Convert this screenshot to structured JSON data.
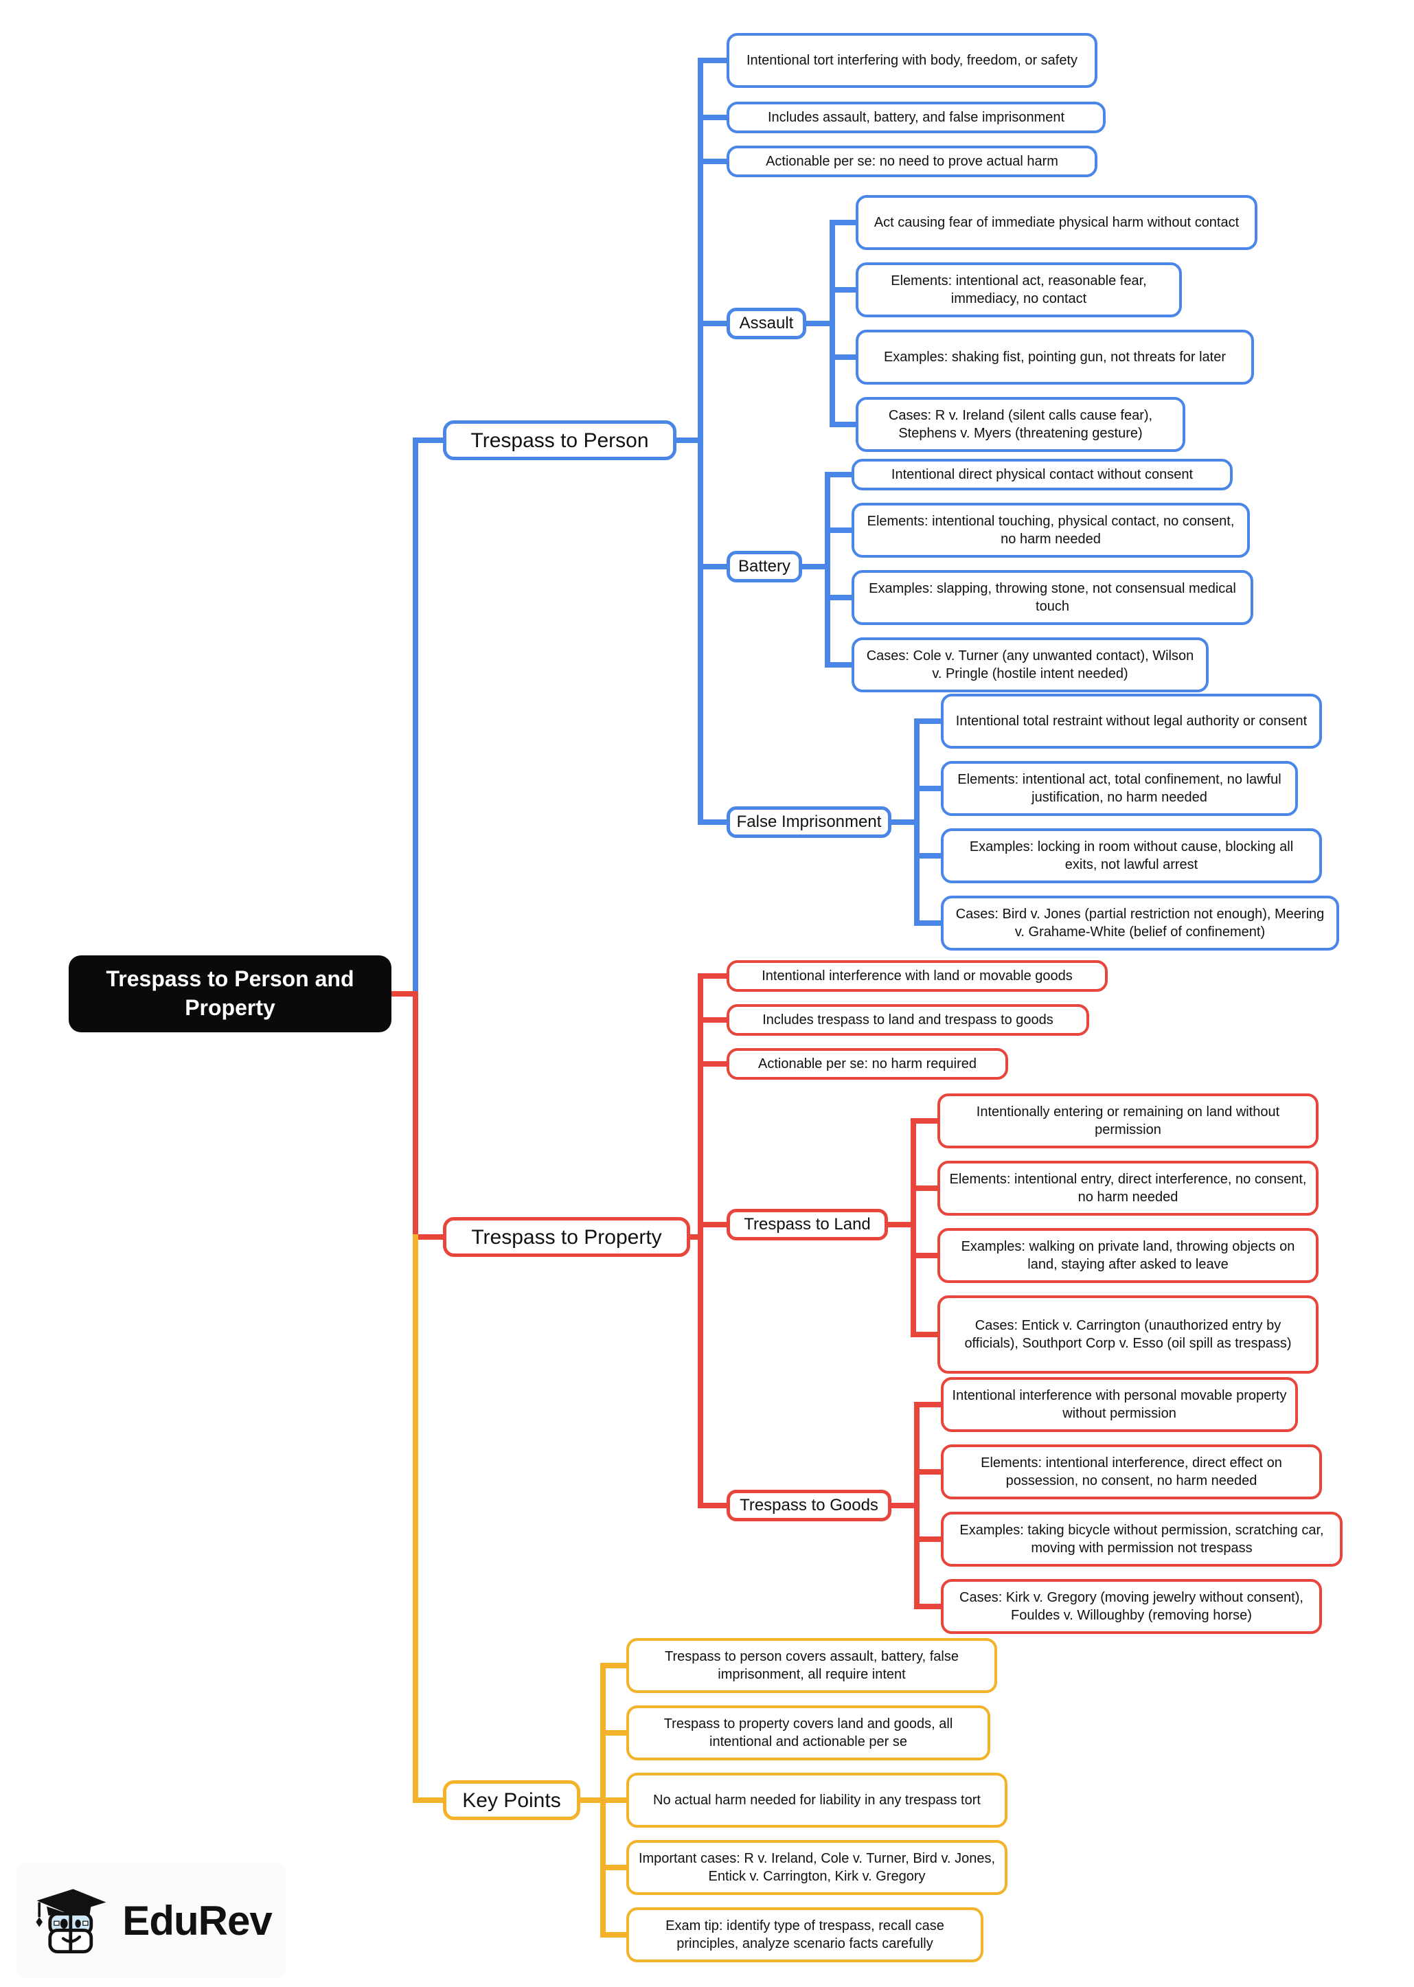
{
  "title": "Trespass to Person and Property",
  "colors": {
    "person_branch": "#4a86e8",
    "property_branch": "#e8463c",
    "key_points_branch": "#f3b229",
    "root_background": "#0a0a0a",
    "root_text": "#ffffff"
  },
  "branches": {
    "person": {
      "label": "Trespass to Person",
      "points": [
        "Intentional tort interfering with body, freedom, or safety",
        "Includes assault, battery, and false imprisonment",
        "Actionable per se: no need to prove actual harm"
      ],
      "subtopics": [
        {
          "label": "Assault",
          "points": [
            "Act causing fear of immediate physical harm without contact",
            "Elements: intentional act, reasonable fear, immediacy, no contact",
            "Examples: shaking fist, pointing gun, not threats for later",
            "Cases: R v. Ireland (silent calls cause fear), Stephens v. Myers (threatening gesture)"
          ]
        },
        {
          "label": "Battery",
          "points": [
            "Intentional direct physical contact without consent",
            "Elements: intentional touching, physical contact, no consent, no harm needed",
            "Examples: slapping, throwing stone, not consensual medical touch",
            "Cases: Cole v. Turner (any unwanted contact), Wilson v. Pringle (hostile intent needed)"
          ]
        },
        {
          "label": "False Imprisonment",
          "points": [
            "Intentional total restraint without legal authority or consent",
            "Elements: intentional act, total confinement, no lawful justification, no harm needed",
            "Examples: locking in room without cause, blocking all exits, not lawful arrest",
            "Cases: Bird v. Jones (partial restriction not enough), Meering v. Grahame-White (belief of confinement)"
          ]
        }
      ]
    },
    "property": {
      "label": "Trespass to Property",
      "points": [
        "Intentional interference with land or movable goods",
        "Includes trespass to land and trespass to goods",
        "Actionable per se: no harm required"
      ],
      "subtopics": [
        {
          "label": "Trespass to Land",
          "points": [
            "Intentionally entering or remaining on land without permission",
            "Elements: intentional entry, direct interference, no consent, no harm needed",
            "Examples: walking on private land, throwing objects on land, staying after asked to leave",
            "Cases: Entick v. Carrington (unauthorized entry by officials), Southport Corp v. Esso (oil spill as trespass)"
          ]
        },
        {
          "label": "Trespass to Goods",
          "points": [
            "Intentional interference with personal movable property without permission",
            "Elements: intentional interference, direct effect on possession, no consent, no harm needed",
            "Examples: taking bicycle without permission, scratching car, moving with permission not trespass",
            "Cases: Kirk v. Gregory (moving jewelry without consent), Fouldes v. Willoughby (removing horse)"
          ]
        }
      ]
    },
    "key_points": {
      "label": "Key Points",
      "points": [
        "Trespass to person covers assault, battery, false imprisonment, all require intent",
        "Trespass to property covers land and goods, all intentional and actionable per se",
        "No actual harm needed for liability in any trespass tort",
        "Important cases: R v. Ireland, Cole v. Turner, Bird v. Jones, Entick v. Carrington, Kirk v. Gregory",
        "Exam tip: identify type of trespass, recall case principles, analyze scenario facts carefully"
      ]
    }
  },
  "branding": {
    "logo_text": "EduRev"
  }
}
